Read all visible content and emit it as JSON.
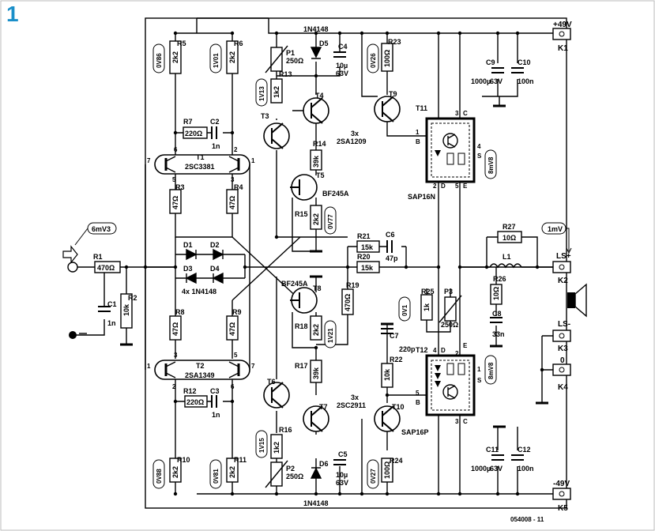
{
  "figure_number": "1",
  "part_number": "054008 - 11",
  "colors": {
    "accent": "#1a8fc9",
    "ink": "#000000",
    "gray": "#bbbbbb"
  },
  "terminals": {
    "k1": {
      "id": "K1",
      "label": "+49V"
    },
    "k2": {
      "id": "K2",
      "label": "LS+"
    },
    "k3": {
      "id": "K3",
      "label": "LS-"
    },
    "k4": {
      "id": "K4",
      "label": "0"
    },
    "k5": {
      "id": "K5",
      "label": "-49V"
    }
  },
  "input": {
    "probe": "6mV3"
  },
  "output": {
    "probe": "1mV"
  },
  "resistors": {
    "r1": {
      "name": "R1",
      "value": "470Ω"
    },
    "r2": {
      "name": "R2",
      "value": "10k"
    },
    "r3": {
      "name": "R3",
      "value": "47Ω"
    },
    "r4": {
      "name": "R4",
      "value": "47Ω"
    },
    "r5": {
      "name": "R5",
      "value": "2k2"
    },
    "r6": {
      "name": "R6",
      "value": "2k2"
    },
    "r7": {
      "name": "R7",
      "value": "220Ω"
    },
    "r8": {
      "name": "R8",
      "value": "47Ω"
    },
    "r9": {
      "name": "R9",
      "value": "47Ω"
    },
    "r10": {
      "name": "R10",
      "value": "2k2"
    },
    "r11": {
      "name": "R11",
      "value": "2k2"
    },
    "r12": {
      "name": "R12",
      "value": "220Ω"
    },
    "r13": {
      "name": "R13",
      "value": "1k2"
    },
    "r14": {
      "name": "R14",
      "value": "39k"
    },
    "r15": {
      "name": "R15",
      "value": "2k2"
    },
    "r16": {
      "name": "R16",
      "value": "1k2"
    },
    "r17": {
      "name": "R17",
      "value": "39k"
    },
    "r18": {
      "name": "R18",
      "value": "2k2"
    },
    "r19": {
      "name": "R19",
      "value": "470Ω"
    },
    "r20": {
      "name": "R20",
      "value": "15k"
    },
    "r21": {
      "name": "R21",
      "value": "15k"
    },
    "r22": {
      "name": "R22",
      "value": "10k"
    },
    "r23": {
      "name": "R23",
      "value": "100Ω"
    },
    "r24": {
      "name": "R24",
      "value": "100Ω"
    },
    "r25": {
      "name": "R25",
      "value": "1k"
    },
    "r26": {
      "name": "R26",
      "value": "10Ω"
    },
    "r27": {
      "name": "R27",
      "value": "10Ω"
    }
  },
  "capacitors": {
    "c1": {
      "name": "C1",
      "value": "1n"
    },
    "c2": {
      "name": "C2",
      "value": "1n"
    },
    "c3": {
      "name": "C3",
      "value": "1n"
    },
    "c4": {
      "name": "C4",
      "value1": "10µ",
      "value2": "63V"
    },
    "c5": {
      "name": "C5",
      "value1": "10µ",
      "value2": "63V"
    },
    "c6": {
      "name": "C6",
      "value": "47p"
    },
    "c7": {
      "name": "C7",
      "value": "220p"
    },
    "c8": {
      "name": "C8",
      "value": "33n"
    },
    "c9": {
      "name": "C9",
      "value1": "1000µ",
      "value2": "63V"
    },
    "c10": {
      "name": "C10",
      "value": "100n"
    },
    "c11": {
      "name": "C11",
      "value1": "1000µ",
      "value2": "63V"
    },
    "c12": {
      "name": "C12",
      "value": "100n"
    }
  },
  "pots": {
    "p1": {
      "name": "P1",
      "value": "250Ω"
    },
    "p2": {
      "name": "P2",
      "value": "250Ω"
    },
    "p3": {
      "name": "P3",
      "value": "250Ω"
    }
  },
  "diodes": {
    "d1": "D1",
    "d2": "D2",
    "d3": "D3",
    "d4": "D4",
    "bridge_note": "4x 1N4148",
    "d5": "D5",
    "d6": "D6",
    "d5_type": "1N4148",
    "d6_type": "1N4148"
  },
  "transistors": {
    "t1": "T1",
    "t1_type": "2SC3381",
    "t2": "T2",
    "t2_type": "2SA1349",
    "t3": "T3",
    "t4": "T4",
    "t6": "T6",
    "t7": "T7",
    "t5": "T5",
    "t5_type": "BF245A",
    "t8": "T8",
    "t8_type": "BF245A",
    "t9": "T9",
    "t10": "T10",
    "upper_note1": "3x",
    "upper_note2": "2SA1209",
    "lower_note1": "3x",
    "lower_note2": "2SC2911",
    "t11": "T11",
    "t11_type": "SAP16N",
    "t12": "T12",
    "t12_type": "SAP16P"
  },
  "inductors": {
    "l1": "L1"
  },
  "voltages": {
    "v_r5": "0V86",
    "v_r6": "1V01",
    "v_r13": "1V13",
    "v_r15": "0V77",
    "v_r23": "0V26",
    "v_r10": "0V88",
    "v_r11": "0V81",
    "v_r16": "1V15",
    "v_r18": "1V21",
    "v_r24": "0V27",
    "v_r25": "0V1",
    "v_t11": "8mV8",
    "v_t12": "8mV8"
  },
  "pins": {
    "t1_p7": "7",
    "t1_p6": "6",
    "t1_p2": "2",
    "t1_p1": "1",
    "t1_p5": "5",
    "t1_p3": "3",
    "t2_p1": "1",
    "t2_p3": "3",
    "t2_p5": "5",
    "t2_p7": "7",
    "t2_p2": "2",
    "t2_p6": "6",
    "sap_p1": "1",
    "sap_b": "B",
    "sap_p3": "3",
    "sap_c": "C",
    "sap_p4": "4",
    "sap_s": "S",
    "sap_p2": "2",
    "sap_d": "D",
    "sap_p5": "5",
    "sap_e": "E",
    "sap2_p4": "4",
    "sap2_d": "D",
    "sap2_e": "E",
    "sap2_p1": "1",
    "sap2_s": "S",
    "sap2_p2": "2",
    "sap2_p5": "5",
    "sap2_b": "B",
    "sap2_p3": "3",
    "sap2_c": "C"
  }
}
